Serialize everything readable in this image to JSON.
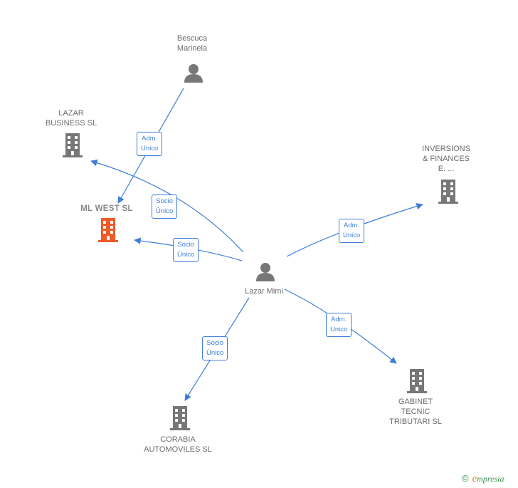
{
  "colors": {
    "edge": "#3d7fd6",
    "person_icon": "#777777",
    "company_icon": "#777777",
    "main_company_icon": "#f05a28"
  },
  "nodes": {
    "bescuca": {
      "label": "Bescuca\nMarinela",
      "icon": "person-icon"
    },
    "lazar_business": {
      "label": "LAZAR\nBUSINESS  SL",
      "icon": "building-icon"
    },
    "ml_west": {
      "label": "ML WEST  SL",
      "icon": "building-icon"
    },
    "inversions": {
      "label": "INVERSIONS\n& FINANCES\nE. ...",
      "icon": "building-icon"
    },
    "lazar_mimi": {
      "label": "Lazar Mimi",
      "icon": "person-icon"
    },
    "gabinet": {
      "label": "GABINET\nTECNIC\nTRIBUTARI SL",
      "icon": "building-icon"
    },
    "corabia": {
      "label": "CORABIA\nAUTOMOVILES SL",
      "icon": "building-icon"
    }
  },
  "relations": {
    "bescuca_ml": "Adm.\nUnico",
    "mimi_lazar_business": "Socio\nÚnico",
    "mimi_ml_west": "Socio\nÚnico",
    "mimi_inversions": "Adm.\nUnico",
    "mimi_gabinet": "Adm.\nUnico",
    "mimi_corabia": "Socio\nÚnico"
  },
  "footer": {
    "copyright": "©",
    "brand_initial": "e",
    "brand_rest": "mpresia"
  }
}
